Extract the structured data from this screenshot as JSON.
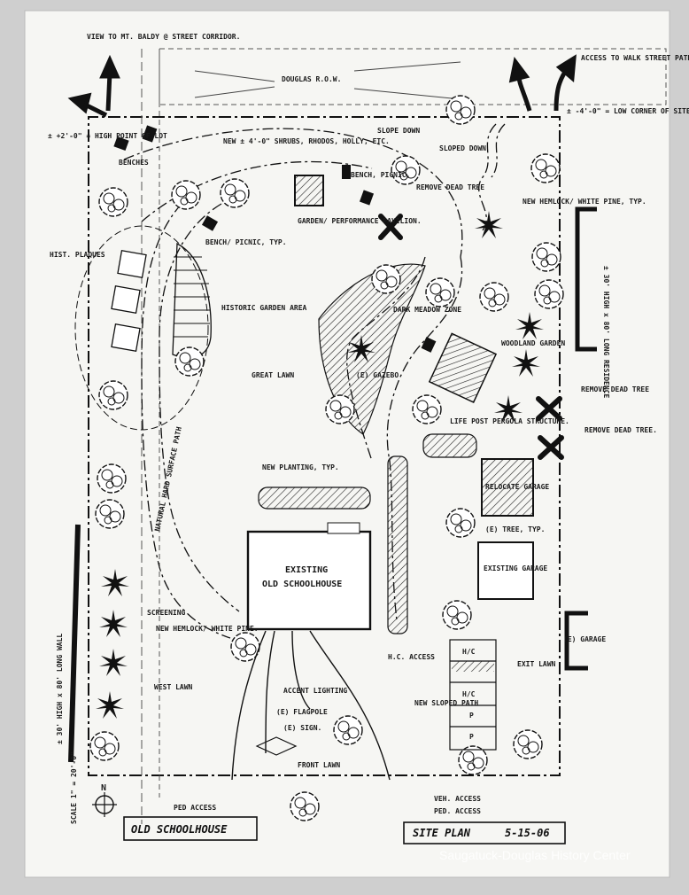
{
  "labels": {
    "view": "VIEW TO MT. BALDY @ STREET CORRIDOR.",
    "row": "DOUGLAS R.O.W.",
    "access_walk": "ACCESS TO WALK STREET PATH",
    "low_corner": "± -4'-0\" = LOW CORNER OF SITE.",
    "high_point": "± +2'-0\" = HIGH POINT OF LOT",
    "benches": "BENCHES",
    "shrubs": "NEW ± 4'-0\" SHRUBS, RHODOS, HOLLY, ETC.",
    "slope1": "SLOPE DOWN",
    "slope2": "SLOPED DOWN",
    "bench_picnic": "BENCH, PICNIC.",
    "remove_tree1": "REMOVE DEAD TREE",
    "new_hemlock": "NEW HEMLOCK/ WHITE PINE, TYP.",
    "garden_pavilion": "GARDEN/ PERFORMANCE PAVILION.",
    "bench_picnic_typ": "BENCH/ PICNIC, TYP.",
    "hist_plaques": "HIST. PLAQUES",
    "historic_garden": "HISTORIC GARDEN AREA",
    "great_lawn": "GREAT LAWN",
    "meadow": "DARK MEADOW ZONE",
    "woodland_garden": "WOODLAND GARDEN",
    "gazebo": "(E) GAZEBO",
    "pergola": "LIFE POST PERGOLA STRUCTURE.",
    "residence": "± 30' HIGH x 80' LONG RESIDENCE",
    "remove_tree2": "REMOVE DEAD TREE",
    "remove_tree3": "REMOVE DEAD TREE.",
    "new_planting": "NEW PLANTING, TYP.",
    "path_surface": "NATURAL HARD SURFACE PATH",
    "relocate_garage": "RELOCATE GARAGE",
    "e_tree": "(E) TREE, TYP.",
    "existing_garage": "EXISTING GARAGE",
    "schoolhouse_line1": "EXISTING",
    "schoolhouse_line2": "OLD SCHOOLHOUSE",
    "screening": "SCREENING",
    "new_hemlock2": "NEW HEMLOCK/ WHITE PINE.",
    "west_lawn": "WEST LAWN",
    "accent_lighting": "ACCENT LIGHTING",
    "flagpole": "(E) FLAGPOLE",
    "sign": "(E) SIGN.",
    "front_lawn": "FRONT LAWN",
    "hc_access": "H.C. ACCESS",
    "new_sloped_path": "NEW SLOPED PATH",
    "hc1": "H/C",
    "hc2": "H/C",
    "p1": "P",
    "p2": "P",
    "exit_lawn": "EXIT LAWN",
    "e_garage": "(E) GARAGE",
    "veh_access": "VEH. ACCESS",
    "ped_access2": "PED. ACCESS",
    "ped_access": "PED ACCESS",
    "wall": "± 30' HIGH x 80' LONG WALL",
    "scale": "SCALE 1\" = 20'-0\"",
    "north": "N",
    "title_left": "OLD SCHOOLHOUSE",
    "title_right": "SITE PLAN",
    "date": "5-15-06"
  },
  "watermark": "Saugatuck-Douglas History Center",
  "colors": {
    "ink": "#111111",
    "paper": "#f6f6f3",
    "background": "#cfcfcf"
  }
}
